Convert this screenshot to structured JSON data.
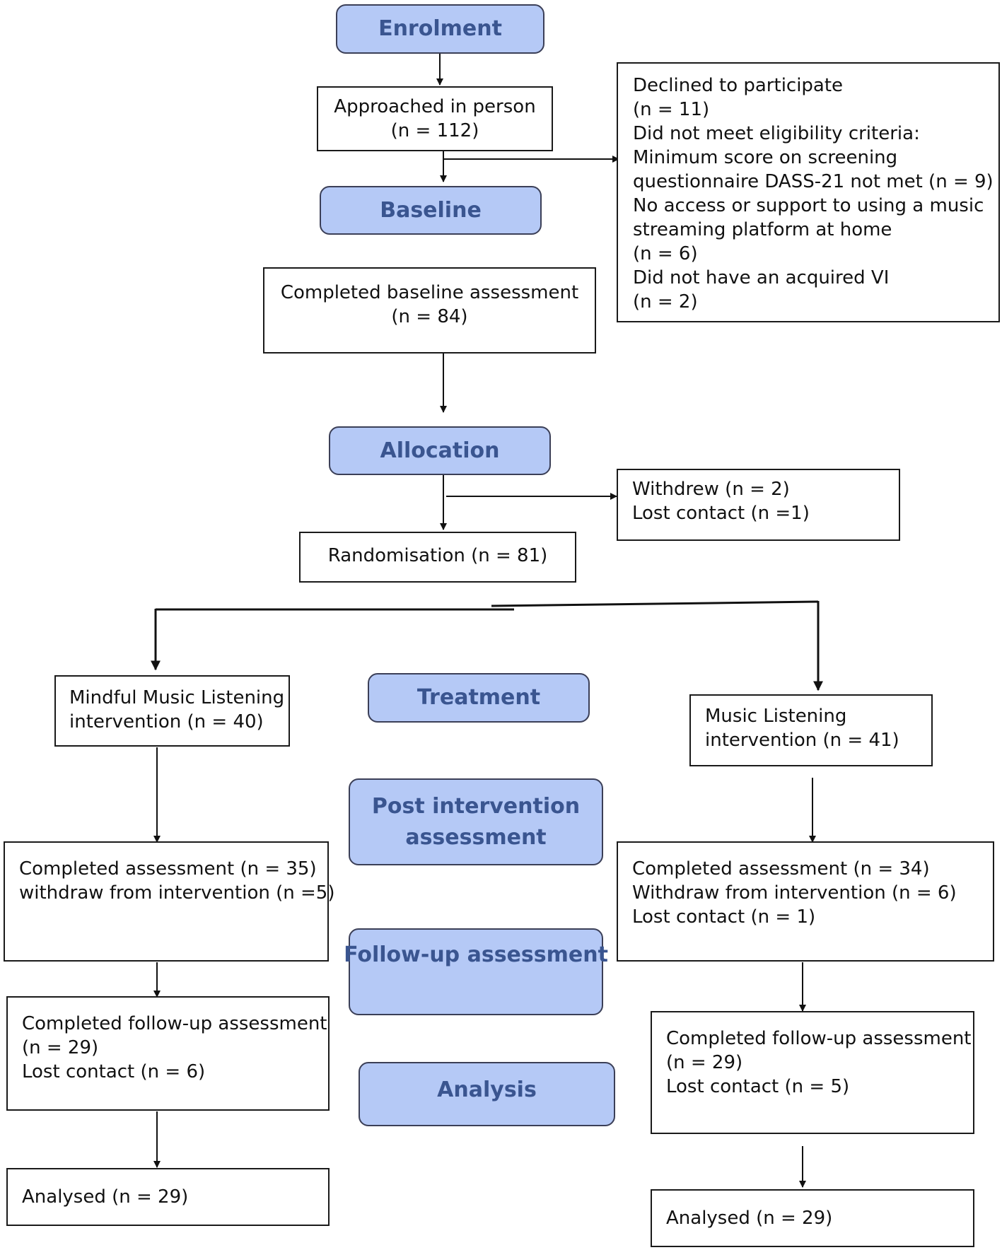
{
  "stages": {
    "enrolment": "Enrolment",
    "baseline": "Baseline",
    "allocation": "Allocation",
    "treatment": "Treatment",
    "post_intervention": [
      "Post intervention",
      "assessment"
    ],
    "follow_up": "Follow-up assessment",
    "analysis": "Analysis"
  },
  "boxes": {
    "approached": [
      "Approached in person",
      "(n = 112)"
    ],
    "excluded": [
      "Declined to participate",
      "(n = 11)",
      "Did not meet eligibility criteria:",
      "Minimum score on screening",
      "questionnaire DASS-21 not met (n =  9)",
      "No access or support to using a music",
      "streaming platform at home",
      "(n = 6)",
      "Did not have an acquired VI",
      "(n = 2)"
    ],
    "baseline_completed": [
      "Completed baseline assessment",
      "(n = 84)"
    ],
    "withdrew": [
      "Withdrew (n = 2)",
      "Lost contact (n =1)"
    ],
    "randomisation": [
      "Randomisation (n = 81)"
    ],
    "mml_intervention": [
      "Mindful Music Listening",
      "intervention (n = 40)"
    ],
    "ml_intervention": [
      "Music Listening",
      "intervention (n = 41)"
    ],
    "mml_post": [
      "Completed assessment (n = 35)",
      "withdraw from intervention (n =5)"
    ],
    "ml_post": [
      "Completed assessment (n = 34)",
      "Withdraw from intervention (n = 6)",
      "Lost contact (n = 1)"
    ],
    "mml_followup": [
      "Completed follow-up assessment",
      "(n = 29)",
      "Lost contact (n = 6)"
    ],
    "ml_followup": [
      "Completed follow-up assessment",
      "(n = 29)",
      "Lost contact (n = 5)"
    ],
    "mml_analysed": [
      "Analysed (n = 29)"
    ],
    "ml_analysed": [
      "Analysed (n = 29)"
    ]
  }
}
